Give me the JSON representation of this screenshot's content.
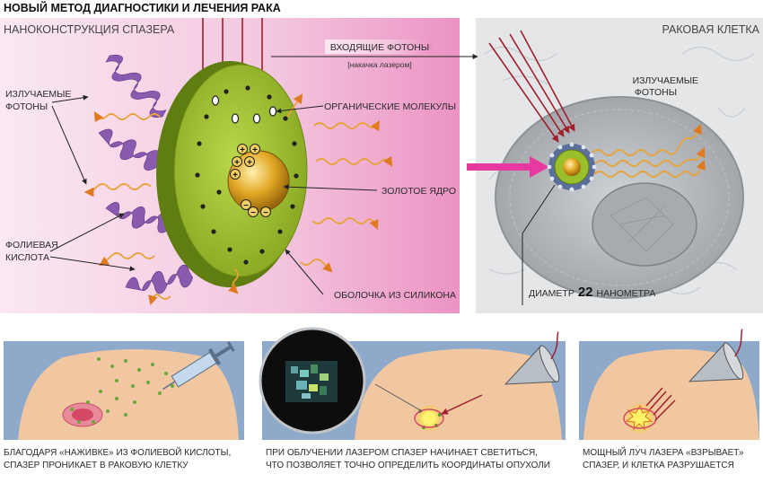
{
  "title": "НОВЫЙ МЕТОД ДИАГНОСТИКИ И  ЛЕЧЕНИЯ  РАКА",
  "left_header": "НАНОКОНСТРУКЦИЯ СПАЗЕРА",
  "right_header": "РАКОВАЯ КЛЕТКА",
  "labels": {
    "incoming_photons": "ВХОДЯЩИЕ ФОТОНЫ",
    "laser_pump": "[накачка лазером]",
    "emitted_left_1": "ИЗЛУЧАЕМЫЕ",
    "emitted_left_2": "ФОТОНЫ",
    "organic_molecules": "ОРГАНИЧЕСКИЕ МОЛЕКУЛЫ",
    "gold_core": "ЗОЛОТОЕ ЯДРО",
    "folic_1": "ФОЛИЕВАЯ",
    "folic_2": "КИСЛОТА",
    "silicon_shell": "ОБОЛОЧКА ИЗ СИЛИКОНА",
    "emitted_right_1": "ИЗЛУЧАЕМЫЕ",
    "emitted_right_2": "ФОТОНЫ",
    "diameter_prefix": "ДИАМЕТР",
    "diameter_value": "22",
    "diameter_suffix": "НАНОМЕТРА",
    "plus": "+",
    "minus": "−"
  },
  "captions": {
    "step1_line1": "БЛАГОДАРЯ «НАЖИВКЕ» ИЗ ФОЛИЕВОЙ КИСЛОТЫ,",
    "step1_line2": "СПАЗЕР ПРОНИКАЕТ В РАКОВУЮ КЛЕТКУ",
    "step2_line1": "ПРИ ОБЛУЧЕНИИ ЛАЗЕРОМ СПАЗЕР НАЧИНАЕТ СВЕТИТЬСЯ,",
    "step2_line2": "ЧТО ПОЗВОЛЯЕТ ТОЧНО ОПРЕДЕЛИТЬ КООРДИНАТЫ ОПУХОЛИ",
    "step3_line1": "МОЩНЫЙ ЛУЧ ЛАЗЕРА «ВЗРЫВАЕТ»",
    "step3_line2": "СПАЗЕР, И КЛЕТКА РАЗРУШАЕТСЯ"
  },
  "colors": {
    "pink_bg": "#f2c3dc",
    "cell_bg": "#d9dcdf",
    "shell_green": "#9bbf2a",
    "gold": "#d9a21e",
    "helix_purple": "#8a5aae",
    "photon_orange": "#e8a23a",
    "panel_blue": "#8ea9c9",
    "skin": "#f1c7a1",
    "laser_red": "#a11f2d"
  }
}
